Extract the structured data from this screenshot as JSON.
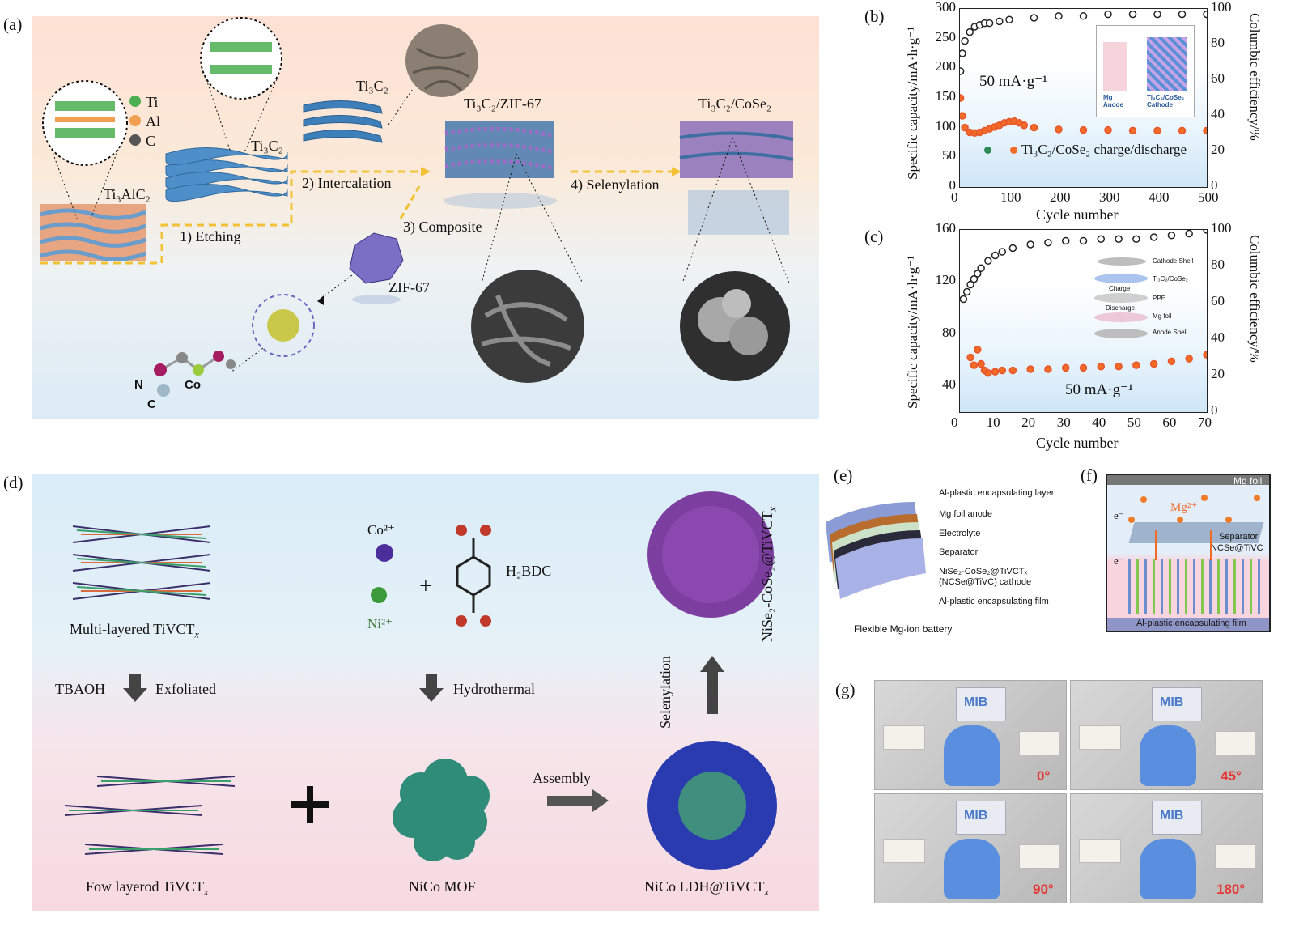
{
  "panel_a": {
    "label": "(a)",
    "legend": {
      "ti": "Ti",
      "al": "Al",
      "c": "C"
    },
    "ti3alc2": "Ti₃AlC₂",
    "ti3c2_a": "Ti₃C₂",
    "ti3c2_b": "Ti₃C₂",
    "ti3c2_zif": "Ti₃C₂/ZIF-67",
    "ti3c2_cose2": "Ti₃C₂/CoSe₂",
    "step1": "1) Etching",
    "step2": "2) Intercalation",
    "step3": "3) Composite",
    "step4": "4) Selenylation",
    "zif67": "ZIF-67",
    "atom_n": "N",
    "atom_c": "C",
    "atom_co": "Co",
    "colors": {
      "ti": "#4caf50",
      "al": "#f0a050",
      "c": "#555555",
      "arrow": "#f2c234"
    }
  },
  "panel_b": {
    "label": "(b)",
    "ylabel_left": "Specific capacity/mA·h·g⁻¹",
    "ylabel_right": "Columbic efficiency/%",
    "xlabel": "Cycle number",
    "annotation": "50 mA·g⁻¹",
    "legend": "Ti₃C₂/CoSe₂ charge/discharge",
    "inset_left": "Mg\nAnode",
    "inset_right": "Ti₃C₂/CoSe₂\nCathode",
    "xticks": [
      "0",
      "100",
      "200",
      "300",
      "400",
      "500"
    ],
    "yticks_left": [
      "0",
      "50",
      "100",
      "150",
      "200",
      "250",
      "300"
    ],
    "yticks_right": [
      "0",
      "20",
      "40",
      "60",
      "80",
      "100"
    ]
  },
  "panel_c": {
    "label": "(c)",
    "ylabel_left": "Specific capacity/mA·h·g⁻¹",
    "ylabel_right": "Columbic efficiency/%",
    "xlabel": "Cycle number",
    "annotation": "50 mA·g⁻¹",
    "inset": [
      "Cathode Shell",
      "Ti₃C₂/CoSe₂",
      "PPE",
      "Mg foil",
      "Anode Shell",
      "Charge",
      "Discharge"
    ],
    "xticks": [
      "0",
      "10",
      "20",
      "30",
      "40",
      "50",
      "60",
      "70"
    ],
    "yticks_left": [
      "40",
      "80",
      "120",
      "160"
    ],
    "yticks_right": [
      "0",
      "20",
      "40",
      "60",
      "80",
      "100"
    ]
  },
  "panel_d": {
    "label": "(d)",
    "multi": "Multi-layered TiVCT",
    "x_sub": "x",
    "co": "Co²⁺",
    "ni": "Ni²⁺",
    "h2bdc": "H₂BDC",
    "plus_small": "+",
    "tbaoh": "TBAOH",
    "exfoliated": "Exfoliated",
    "hydrothermal": "Hydrothermal",
    "selenylation": "Selenylation",
    "assembly": "Assembly",
    "few": "Fow layerod TiVCT",
    "mof": "NiCo MOF",
    "ldh": "NiCo LDH@TiVCT",
    "nise": "NiSe₂-CoSe₂@TiVCT",
    "plus_big": "+"
  },
  "panel_e": {
    "label": "(e)",
    "layers": [
      "Al-plastic encapsulating layer",
      "Mg foil anode",
      "Electrolyte",
      "Separator",
      "NiSe₂-CoSe₂@TiVCTₓ",
      "(NCSe@TiVC) cathode",
      "Al-plastic encapsulating film"
    ],
    "caption": "Flexible Mg-ion battery"
  },
  "panel_f": {
    "label": "(f)",
    "mg_foil": "Mg foil",
    "mg_ion": "Mg²⁺",
    "e1": "e⁻",
    "e2": "e⁻",
    "separator": "Separator",
    "ncse": "NCSe@TiVC",
    "film": "Al-plastic encapsulating film"
  },
  "panel_g": {
    "label": "(g)",
    "angles": [
      "0°",
      "45°",
      "90°",
      "180°"
    ],
    "mib": "MIB",
    "angle_color": "#e53935"
  },
  "chart_data": [
    {
      "type": "scatter",
      "panel": "b",
      "xlabel": "Cycle number",
      "ylabel": "Specific capacity/mA·h·g⁻¹",
      "ylabel_right": "Columbic efficiency/%",
      "xlim": [
        0,
        500
      ],
      "ylim": [
        0,
        300
      ],
      "ylim_right": [
        0,
        100
      ],
      "series": [
        {
          "name": "Ti₃C₂/CoSe₂ charge/discharge",
          "axis": "left",
          "x": [
            1,
            5,
            10,
            20,
            30,
            40,
            50,
            60,
            70,
            80,
            90,
            100,
            110,
            120,
            130,
            150,
            200,
            250,
            300,
            350,
            400,
            450,
            500
          ],
          "y": [
            150,
            120,
            100,
            92,
            91,
            92,
            95,
            98,
            101,
            104,
            108,
            110,
            111,
            108,
            104,
            100,
            97,
            96,
            96,
            95,
            95,
            95,
            95
          ]
        },
        {
          "name": "Columbic efficiency",
          "axis": "right",
          "x": [
            1,
            5,
            10,
            20,
            30,
            40,
            50,
            60,
            80,
            100,
            150,
            200,
            250,
            300,
            350,
            400,
            450,
            500
          ],
          "y": [
            65,
            75,
            82,
            87,
            90,
            91,
            92,
            92,
            93,
            94,
            95,
            96,
            96,
            97,
            97,
            97,
            97,
            97
          ]
        }
      ]
    },
    {
      "type": "scatter",
      "panel": "c",
      "xlabel": "Cycle number",
      "ylabel": "Specific capacity/mA·h·g⁻¹",
      "ylabel_right": "Columbic efficiency/%",
      "xlim": [
        0,
        70
      ],
      "ylim": [
        20,
        160
      ],
      "ylim_right": [
        0,
        100
      ],
      "series": [
        {
          "name": "Specific capacity",
          "axis": "left",
          "x": [
            3,
            4,
            5,
            6,
            7,
            8,
            10,
            12,
            15,
            20,
            25,
            30,
            35,
            40,
            45,
            50,
            55,
            60,
            65,
            70
          ],
          "y": [
            62,
            56,
            68,
            57,
            52,
            50,
            51,
            52,
            52,
            53,
            53,
            54,
            54,
            55,
            55,
            56,
            57,
            59,
            61,
            64
          ]
        },
        {
          "name": "Columbic efficiency",
          "axis": "right",
          "x": [
            1,
            2,
            3,
            4,
            5,
            6,
            8,
            10,
            12,
            15,
            20,
            25,
            30,
            35,
            40,
            45,
            50,
            55,
            60,
            65,
            70
          ],
          "y": [
            62,
            66,
            70,
            73,
            76,
            79,
            83,
            86,
            88,
            90,
            92,
            93,
            94,
            94,
            95,
            95,
            95,
            96,
            97,
            98,
            100
          ]
        }
      ]
    }
  ]
}
